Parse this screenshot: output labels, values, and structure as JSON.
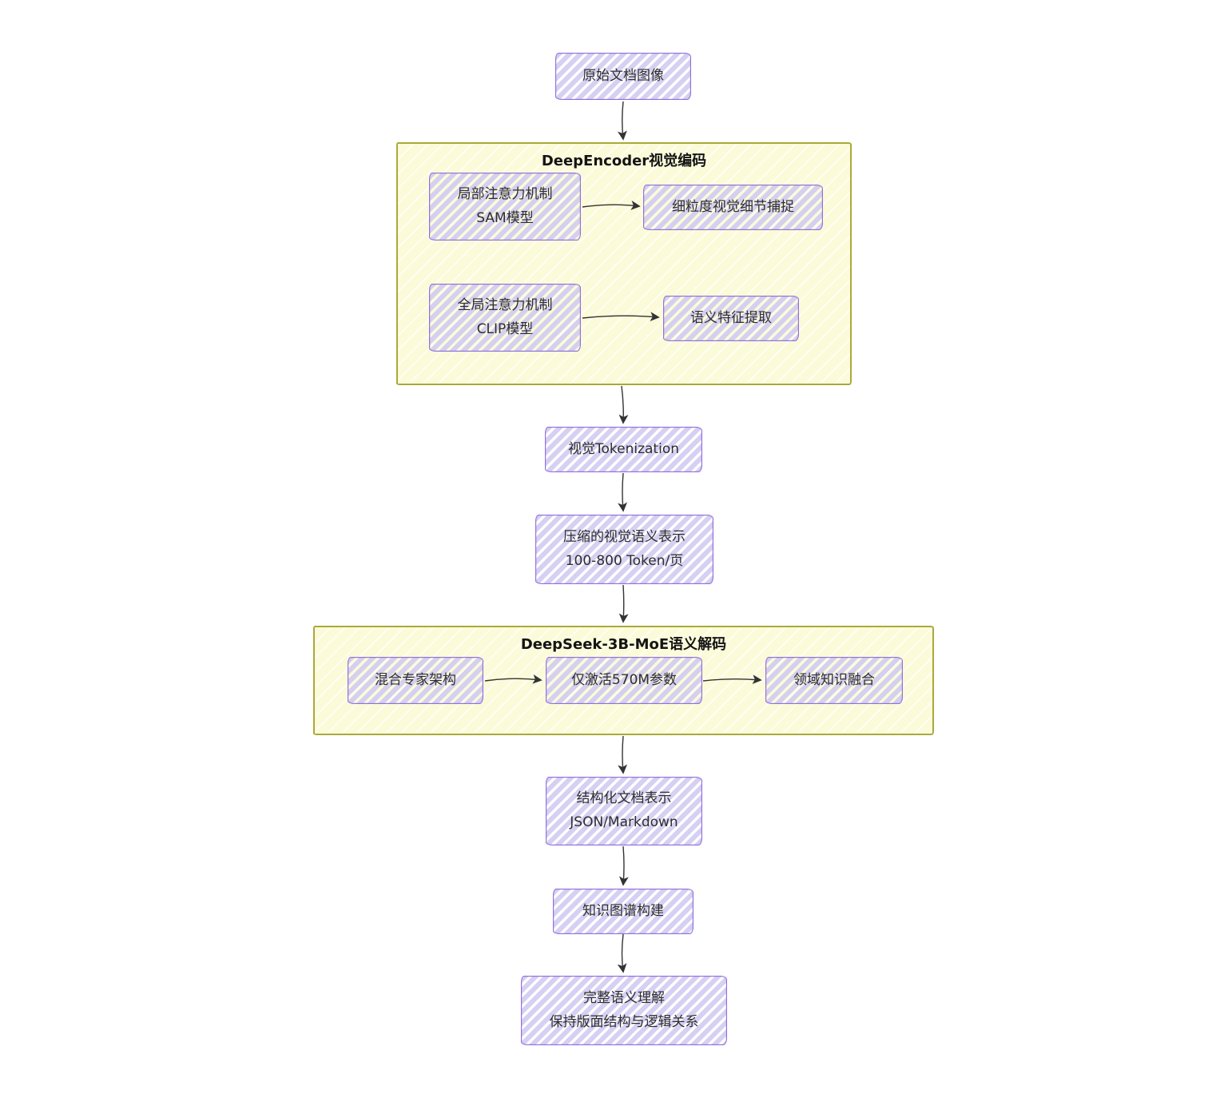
{
  "diagram": {
    "type": "flowchart",
    "direction": "top-down",
    "style": "hand-drawn",
    "containers": {
      "encoder": {
        "title": "DeepEncoder视觉编码"
      },
      "decoder": {
        "title": "DeepSeek-3B-MoE语义解码"
      }
    },
    "nodes": {
      "origin": {
        "lines": [
          "原始文档图像"
        ]
      },
      "sam": {
        "lines": [
          "局部注意力机制",
          "SAM模型"
        ]
      },
      "detail": {
        "lines": [
          "细粒度视觉细节捕捉"
        ]
      },
      "clip": {
        "lines": [
          "全局注意力机制",
          "CLIP模型"
        ]
      },
      "semantic": {
        "lines": [
          "语义特征提取"
        ]
      },
      "tokenization": {
        "lines": [
          "视觉Tokenization"
        ]
      },
      "compressed": {
        "lines": [
          "压缩的视觉语义表示",
          "100-800 Token/页"
        ]
      },
      "moe": {
        "lines": [
          "混合专家架构"
        ]
      },
      "active": {
        "lines": [
          "仅激活570M参数"
        ]
      },
      "domain": {
        "lines": [
          "领域知识融合"
        ]
      },
      "structured": {
        "lines": [
          "结构化文档表示",
          "JSON/Markdown"
        ]
      },
      "kg": {
        "lines": [
          "知识图谱构建"
        ]
      },
      "final": {
        "lines": [
          "完整语义理解",
          "保持版面结构与逻辑关系"
        ]
      }
    },
    "edges": [
      {
        "from": "origin",
        "to": "encoder-container"
      },
      {
        "from": "sam",
        "to": "detail"
      },
      {
        "from": "clip",
        "to": "semantic"
      },
      {
        "from": "encoder-container",
        "to": "tokenization"
      },
      {
        "from": "tokenization",
        "to": "compressed"
      },
      {
        "from": "compressed",
        "to": "decoder-container"
      },
      {
        "from": "moe",
        "to": "active"
      },
      {
        "from": "active",
        "to": "domain"
      },
      {
        "from": "decoder-container",
        "to": "structured"
      },
      {
        "from": "structured",
        "to": "kg"
      },
      {
        "from": "kg",
        "to": "final"
      }
    ],
    "colors": {
      "node_fill": "#ECECFF",
      "node_border": "#9370DB",
      "container_fill": "#FBFBD9",
      "container_border": "#AAAA33",
      "arrow": "#333333",
      "text": "#2E2E2E"
    }
  }
}
